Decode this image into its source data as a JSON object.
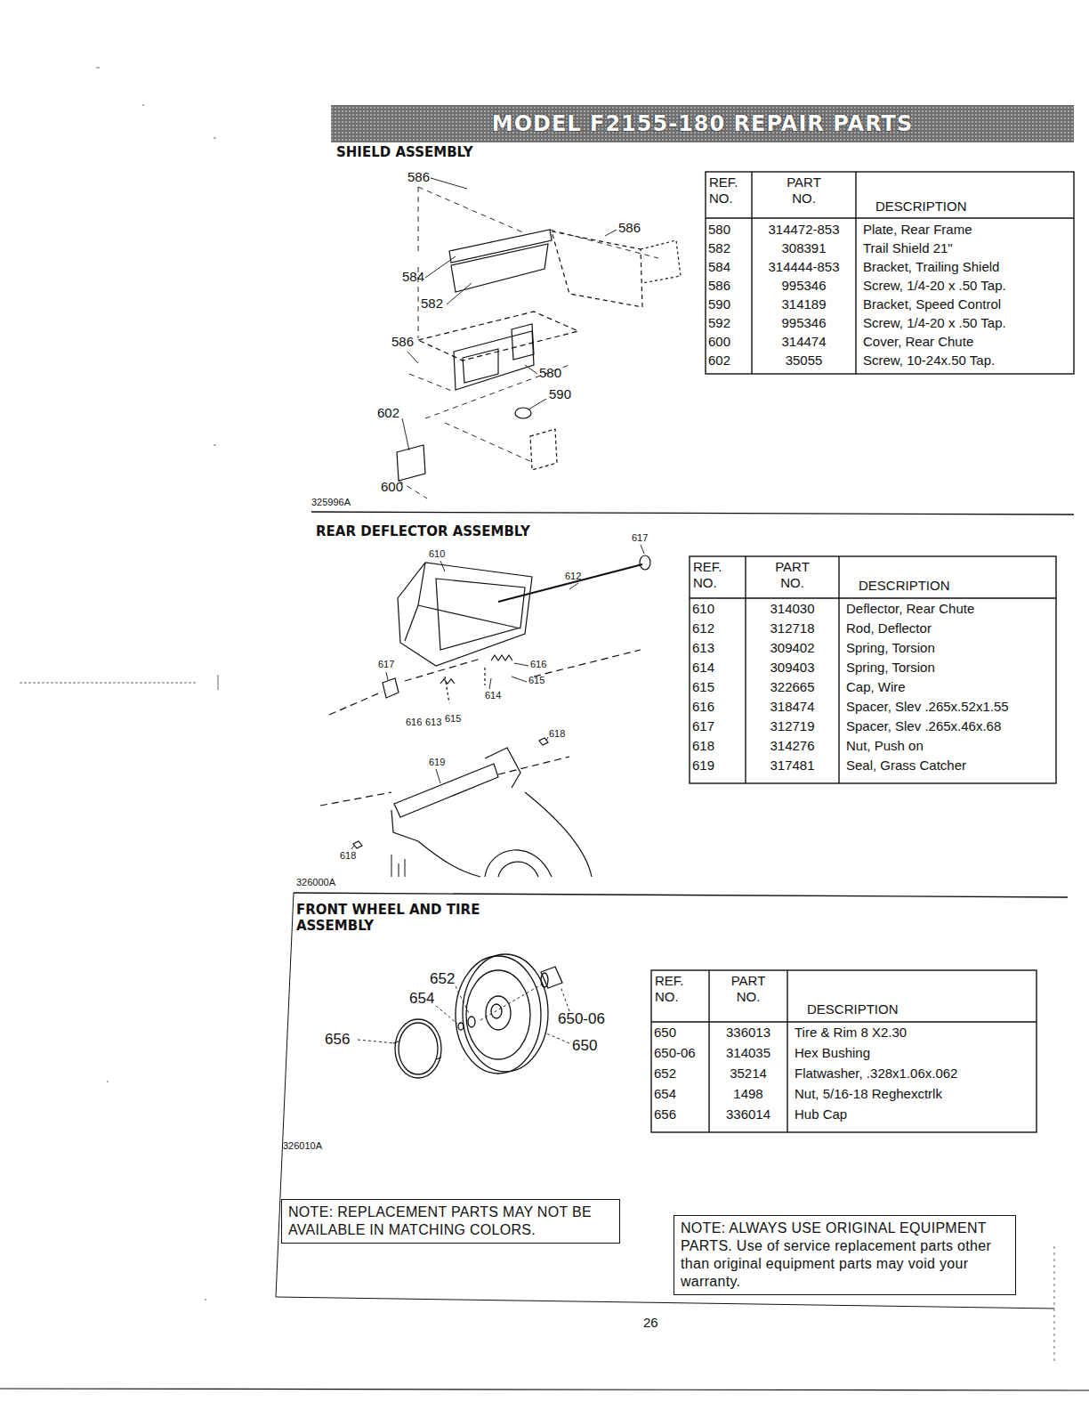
{
  "diagram": {
    "title": "MODEL F2155-180 REPAIR PARTS",
    "nodes": [
      {
        "text": [
          "NOTE: REPLACEMENT PARTS MAY NOT BE AVAILABLE IN MATCHING COLORS."
        ]
      },
      {
        "text": [
          "NOTE: ALWAYS USE ORIGINAL EQUIPMENT PARTS. Use of service replacement parts other than original equipment parts may void your warranty."
        ]
      }
    ],
    "labels": [
      "SHIELD ASSEMBLY",
      "586",
      "586",
      "584",
      "582",
      "586",
      "580",
      "590",
      "602",
      "600",
      "325996A",
      "REF. NO.",
      "PART NO.",
      "DESCRIPTION",
      "580",
      "314472-853",
      "Plate, Rear Frame",
      "582",
      "308391",
      "Trail Shield 21\"",
      "584",
      "314444-853",
      "Bracket, Trailing Shield",
      "586",
      "995346",
      "Screw, 1/4-20 x .50 Tap.",
      "590",
      "314189",
      "Bracket, Speed Control",
      "592",
      "995346",
      "Screw, 1/4-20 x .50 Tap.",
      "600",
      "314474",
      "Cover, Rear Chute",
      "602",
      "35055",
      "Screw, 10-24x.50 Tap.",
      "REAR DEFLECTOR ASSEMBLY",
      "617",
      "610",
      "612",
      "617",
      "616",
      "615",
      "614",
      "616",
      "613",
      "615",
      "618",
      "619",
      "618",
      "326000A",
      "REF. NO.",
      "PART NO.",
      "DESCRIPTION",
      "610",
      "314030",
      "Deflector, Rear Chute",
      "612",
      "312718",
      "Rod, Deflector",
      "613",
      "309402",
      "Spring, Torsion",
      "614",
      "309403",
      "Spring, Torsion",
      "615",
      "322665",
      "Cap, Wire",
      "616",
      "318474",
      "Spacer, Slev .265x.52x1.55",
      "617",
      "312719",
      "Spacer, Slev .265x.46x.68",
      "618",
      "314276",
      "Nut, Push on",
      "619",
      "317481",
      "Seal, Grass Catcher",
      "FRONT WHEEL AND TIRE ASSEMBLY",
      "652",
      "654",
      "650-06",
      "650",
      "656",
      "326010A",
      "REF. NO.",
      "PART NO.",
      "DESCRIPTION",
      "650",
      "336013",
      "Tire & Rim 8 X2.30",
      "650-06",
      "314035",
      "Hex Bushing",
      "652",
      "35214",
      "Flatwasher, .328x1.06x.062",
      "654",
      "1498",
      "Nut, 5/16-18 Reghexctrlk",
      "656",
      "336014",
      "Hub Cap",
      "26"
    ]
  }
}
